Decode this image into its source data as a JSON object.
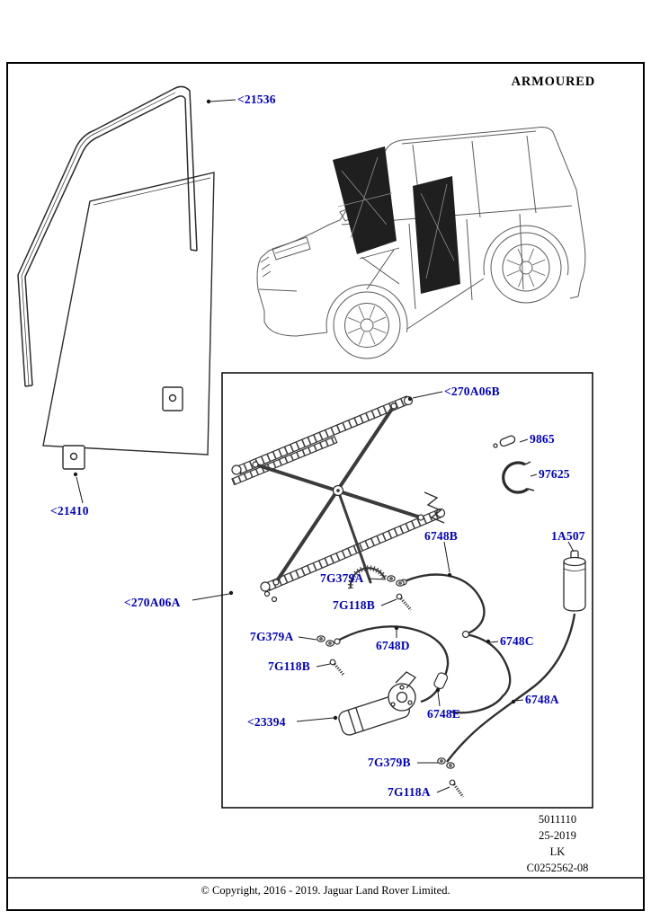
{
  "header": {
    "armoured": "ARMOURED"
  },
  "callouts": {
    "seal": "<21536",
    "glass": "<21410",
    "reg_b": "<270A06B",
    "reg_a": "<270A06A",
    "motor": "<23394",
    "p9865": "9865",
    "p97625": "97625",
    "p6748B": "6748B",
    "p1A507": "1A507",
    "p7G379A_1": "7G379A",
    "p7G118B_1": "7G118B",
    "p7G379A_2": "7G379A",
    "p6748D": "6748D",
    "p6748C": "6748C",
    "p7G118B_2": "7G118B",
    "p6748E": "6748E",
    "p6748A": "6748A",
    "p7G379B": "7G379B",
    "p7G118A": "7G118A"
  },
  "doc_info": {
    "drawing_no": "5011110",
    "issue": "25-2019",
    "market": "LK",
    "ref": "C0252562-08"
  },
  "footer": {
    "copyright": "© Copyright, 2016 - 2019. Jaguar Land Rover Limited."
  },
  "colors": {
    "callout_blue": "#0000c8",
    "line_black": "#1a1a1a",
    "fill_dark": "#1f1f1f"
  }
}
